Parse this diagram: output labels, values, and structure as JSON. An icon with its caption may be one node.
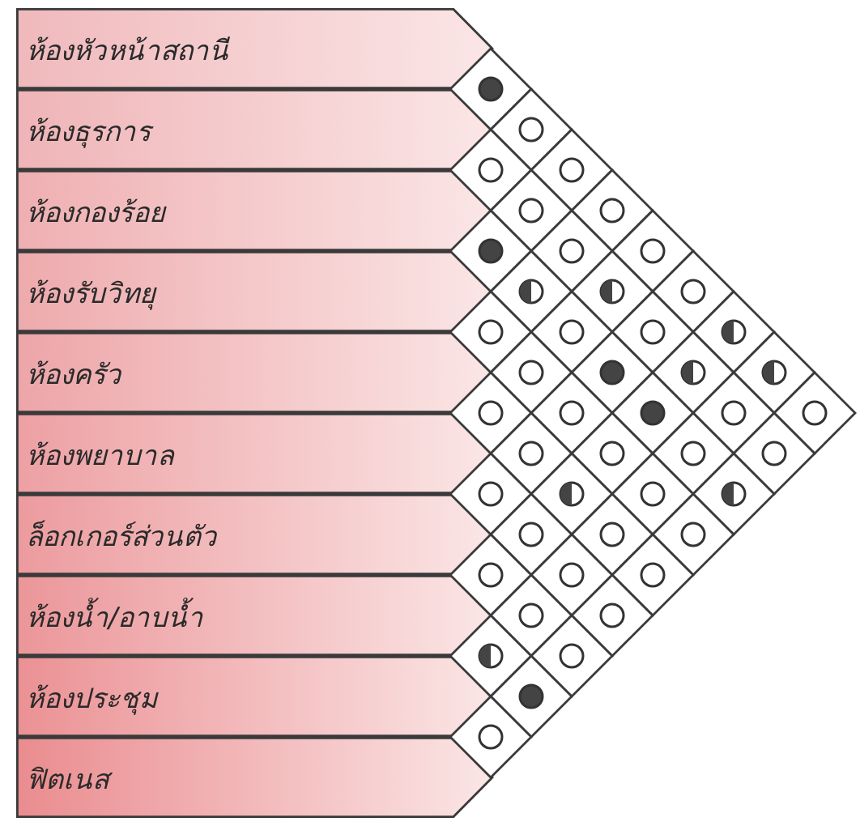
{
  "diagram": {
    "nodes": [
      {
        "text": [
          "ห้องหัวหน้าสถานี"
        ]
      },
      {
        "text": [
          "ห้องธุรการ"
        ]
      },
      {
        "text": [
          "ห้องกองร้อย"
        ]
      },
      {
        "text": [
          "ห้องรับวิทยุ"
        ]
      },
      {
        "text": [
          "ห้องครัว"
        ]
      },
      {
        "text": [
          "ห้องพยาบาล"
        ]
      },
      {
        "text": [
          "ล็อกเกอร์ส่วนตัว"
        ]
      },
      {
        "text": [
          "ห้องน้ำ/อาบน้ำ"
        ]
      },
      {
        "text": [
          "ห้องประชุม"
        ]
      },
      {
        "text": [
          "ฟิตเนส"
        ]
      },
      {
        "text": [],
        "shape": "dot"
      },
      {
        "text": [],
        "shape": "circle"
      },
      {
        "text": [],
        "shape": "circle"
      },
      {
        "text": [],
        "shape": "circle"
      },
      {
        "text": [],
        "shape": "circle"
      },
      {
        "text": [],
        "shape": "circle"
      },
      {
        "text": [],
        "shape": "dot"
      },
      {
        "text": [],
        "shape": "circle"
      },
      {
        "text": [],
        "shape": "circle"
      },
      {
        "text": [],
        "shape": "semicircle"
      },
      {
        "text": [],
        "shape": "semicircle"
      },
      {
        "text": [],
        "shape": "circle"
      },
      {
        "text": [],
        "shape": "circle"
      },
      {
        "text": [],
        "shape": "circle"
      },
      {
        "text": [],
        "shape": "circle"
      },
      {
        "text": [],
        "shape": "semicircle"
      },
      {
        "text": [],
        "shape": "circle"
      },
      {
        "text": [],
        "shape": "dot"
      },
      {
        "text": [],
        "shape": "semicircle"
      },
      {
        "text": [],
        "shape": "semicircle"
      },
      {
        "text": [],
        "shape": "circle"
      },
      {
        "text": [],
        "shape": "circle"
      },
      {
        "text": [],
        "shape": "dot"
      },
      {
        "text": [],
        "shape": "circle"
      },
      {
        "text": [],
        "shape": "circle"
      },
      {
        "text": [],
        "shape": "circle"
      },
      {
        "text": [],
        "shape": "circle"
      },
      {
        "text": [],
        "shape": "circle"
      },
      {
        "text": [],
        "shape": "circle"
      },
      {
        "text": [],
        "shape": "circle"
      },
      {
        "text": [],
        "shape": "semicircle"
      },
      {
        "text": [],
        "shape": "circle"
      },
      {
        "text": [],
        "shape": "semicircle"
      },
      {
        "text": [],
        "shape": "circle"
      },
      {
        "text": [],
        "shape": "circle"
      },
      {
        "text": [],
        "shape": "circle"
      },
      {
        "text": [],
        "shape": "circle"
      },
      {
        "text": [],
        "shape": "circle"
      },
      {
        "text": [],
        "shape": "circle"
      },
      {
        "text": [],
        "shape": "circle"
      },
      {
        "text": [],
        "shape": "circle"
      },
      {
        "text": [],
        "shape": "semicircle"
      },
      {
        "text": [],
        "shape": "circle"
      },
      {
        "text": [],
        "shape": "dot"
      },
      {
        "text": [],
        "shape": "circle"
      }
    ]
  }
}
